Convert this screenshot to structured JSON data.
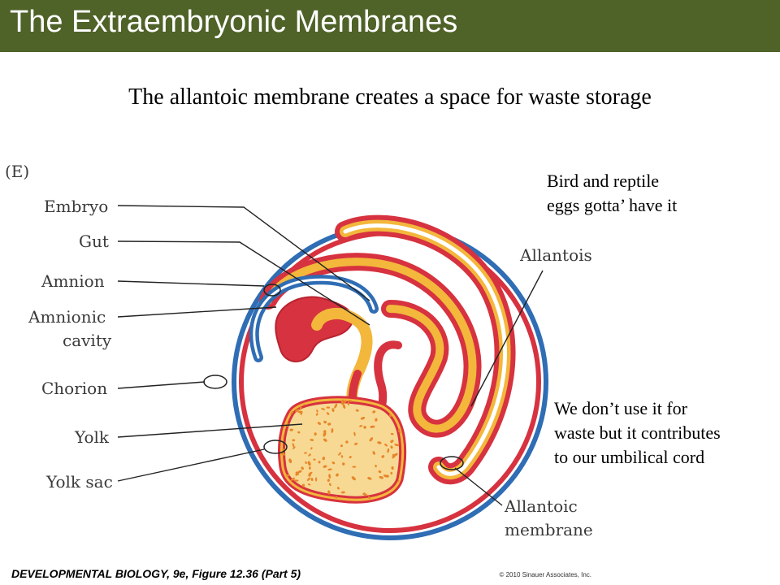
{
  "slide": {
    "title": "The Extraembryonic Membranes",
    "subtitle": "The allantoic membrane creates a space for waste storage",
    "note_top": [
      "Bird and reptile",
      "eggs gotta’ have it"
    ],
    "note_bottom": [
      "We don’t use it for",
      "waste but it contributes",
      "to our umbilical cord"
    ]
  },
  "diagram": {
    "panel_label": "(E)",
    "labels": {
      "embryo": "Embryo",
      "gut": "Gut",
      "amnion": "Amnion",
      "amnionic_cavity_1": "Amnionic",
      "amnionic_cavity_2": "cavity",
      "chorion": "Chorion",
      "yolk": "Yolk",
      "yolk_sac": "Yolk sac",
      "allantois": "Allantois",
      "allantoic_membrane_1": "Allantoic",
      "allantoic_membrane_2": "membrane"
    },
    "colors": {
      "red": "#d7323f",
      "blue": "#2f6db4",
      "yellow": "#f3b73c",
      "yolk": "#f7d993",
      "title_bar": "#4f6228"
    }
  },
  "footer": {
    "source": "DEVELOPMENTAL BIOLOGY, 9e, Figure 12.36 (Part 5)",
    "copyright": "© 2010 Sinauer Associates, Inc."
  }
}
